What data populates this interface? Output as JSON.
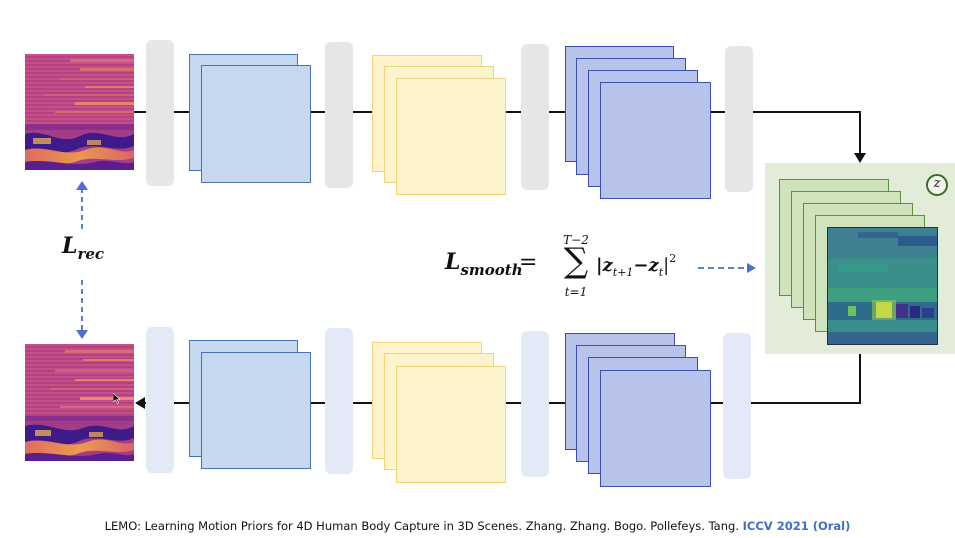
{
  "labels": {
    "rec_main": "L",
    "rec_sub": "rec",
    "smooth_main": "L",
    "smooth_sub": "smooth",
    "equals": "=",
    "sum_upper": "T−2",
    "sum_lower": "t=1",
    "sum_symbol": "∑",
    "sum_term": "|z",
    "sum_term_sub1": "t+1",
    "sum_minus": "−z",
    "sum_term_sub2": "t",
    "sum_close": "|",
    "sum_power": "2",
    "latent_badge": "z"
  },
  "caption": {
    "text": "LEMO: Learning Motion Priors for 4D Human Body Capture in 3D Scenes. Zhang. Zhang. Bogo. Pollefeys. Tang.",
    "venue": "ICCV 2021 (Oral)"
  },
  "icons": {
    "input_heatmap": "motion-spectrogram",
    "output_heatmap": "motion-spectrogram",
    "latent_heatmap": "latent-heatmap"
  },
  "colors": {
    "encoder_bar": "#e6e6e6",
    "decoder_bar": "#e3e9f7",
    "layer_blue": "#c5d8ef",
    "layer_yellow": "#fdf3cc",
    "layer_purple": "#b7c3ea",
    "latent_bg": "#e3ecd9",
    "latent_layer": "#cfe4bd",
    "dashed_arrow": "#4a6fd0",
    "venue": "#3f6fc8"
  }
}
